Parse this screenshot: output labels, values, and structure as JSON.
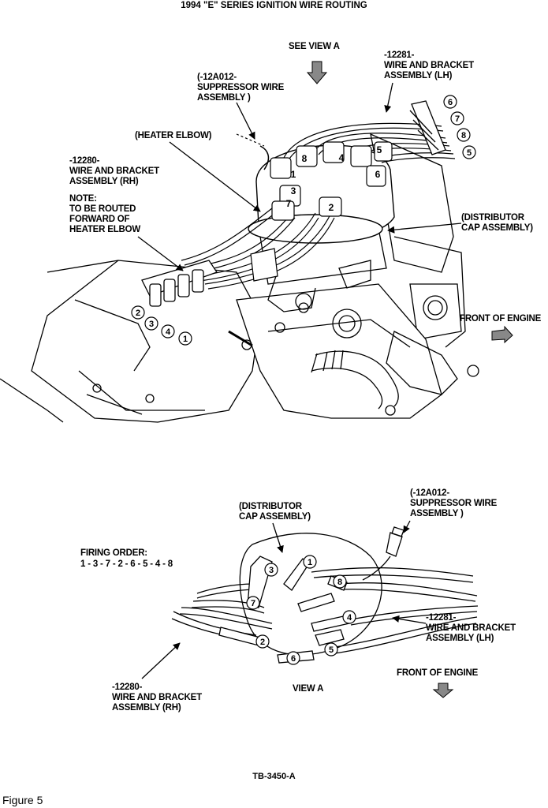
{
  "title": "1994 \"E\" SERIES IGNITION WIRE ROUTING",
  "figure_caption": "Figure 5",
  "drawing_code": "TB-3450-A",
  "top_view": {
    "see_view_a": "SEE VIEW A",
    "wire_lh": "-12281-\nWIRE AND BRACKET\nASSEMBLY (LH)",
    "suppressor": "(-12A012-\nSUPPRESSOR WIRE\nASSEMBLY )",
    "heater_elbow": "(HEATER ELBOW)",
    "wire_rh": "-12280-\nWIRE AND BRACKET\nASSEMBLY (RH)",
    "note": "NOTE:\nTO BE ROUTED\nFORWARD OF\nHEATER ELBOW",
    "distributor_cap": "(DISTRIBUTOR\nCAP ASSEMBLY)",
    "front_of_engine": "FRONT OF ENGINE",
    "lh_bank_numbers": [
      "6",
      "7",
      "8",
      "5"
    ],
    "rh_bank_numbers": [
      "2",
      "3",
      "4",
      "1"
    ],
    "cap_numbers": [
      "8",
      "1",
      "3",
      "7",
      "4",
      "2",
      "5",
      "6"
    ]
  },
  "view_a": {
    "distributor_cap": "(DISTRIBUTOR\nCAP ASSEMBLY)",
    "suppressor": "(-12A012-\nSUPPRESSOR WIRE\nASSEMBLY )",
    "firing_order_label": "FIRING ORDER:",
    "firing_order": "1 - 3 - 7 - 2 - 6 - 5 - 4 - 8",
    "wire_lh": "-12281-\nWIRE AND BRACKET\nASSEMBLY (LH)",
    "front_of_engine": "FRONT OF ENGINE",
    "wire_rh": "-12280-\nWIRE AND BRACKET\nASSEMBLY (RH)",
    "view_label": "VIEW A",
    "cap_numbers": [
      "3",
      "1",
      "8",
      "7",
      "4",
      "2",
      "5",
      "6"
    ]
  }
}
